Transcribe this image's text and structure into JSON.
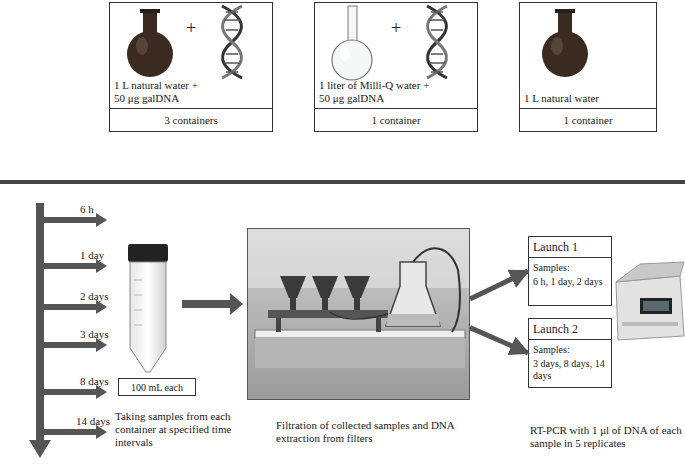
{
  "diagram": {
    "nodes": [
      {
        "text": [
          "1 L natural water + 50 μg galDNA",
          "3 containers"
        ]
      },
      {
        "text": [
          "1 liter of Milli-Q water + 50 μg galDNA",
          "1 container"
        ]
      },
      {
        "text": [
          "1 L natural water",
          "1 container"
        ]
      },
      {
        "text": [
          "100 mL each"
        ]
      },
      {
        "text": [
          "Filtration of collected samples and DNA extraction from filters"
        ]
      },
      {
        "text": [
          "Launch 1",
          "Samples:",
          "6 h, 1 day, 2 days"
        ]
      },
      {
        "text": [
          "Launch 2",
          "Samples:",
          "3 days, 8 days, 14 days"
        ]
      }
    ],
    "edges": [
      {
        "from": 4,
        "to": 5,
        "arrow": "to"
      },
      {
        "from": 4,
        "to": 6,
        "arrow": "to"
      }
    ],
    "labels": [
      "+",
      "+",
      "6 h",
      "1 day",
      "2 days",
      "3 days",
      "8 days",
      "14 days",
      "Taking samples from each container at specified time intervals",
      "RT-PCR with 1 μl of DNA of each sample in 5 replicates"
    ]
  }
}
